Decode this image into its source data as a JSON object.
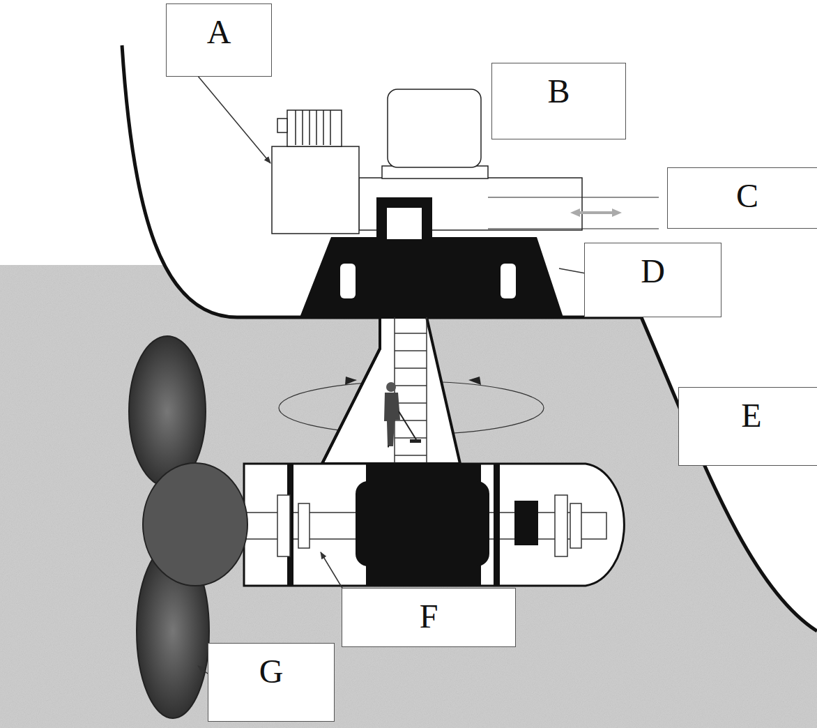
{
  "diagram": {
    "nodes": [
      {
        "text": [
          "A"
        ]
      },
      {
        "text": [
          "B"
        ]
      },
      {
        "text": [
          "C"
        ]
      },
      {
        "text": [
          "D"
        ]
      },
      {
        "text": [
          "E"
        ]
      },
      {
        "text": [
          "F"
        ]
      },
      {
        "text": [
          "G"
        ]
      }
    ]
  }
}
